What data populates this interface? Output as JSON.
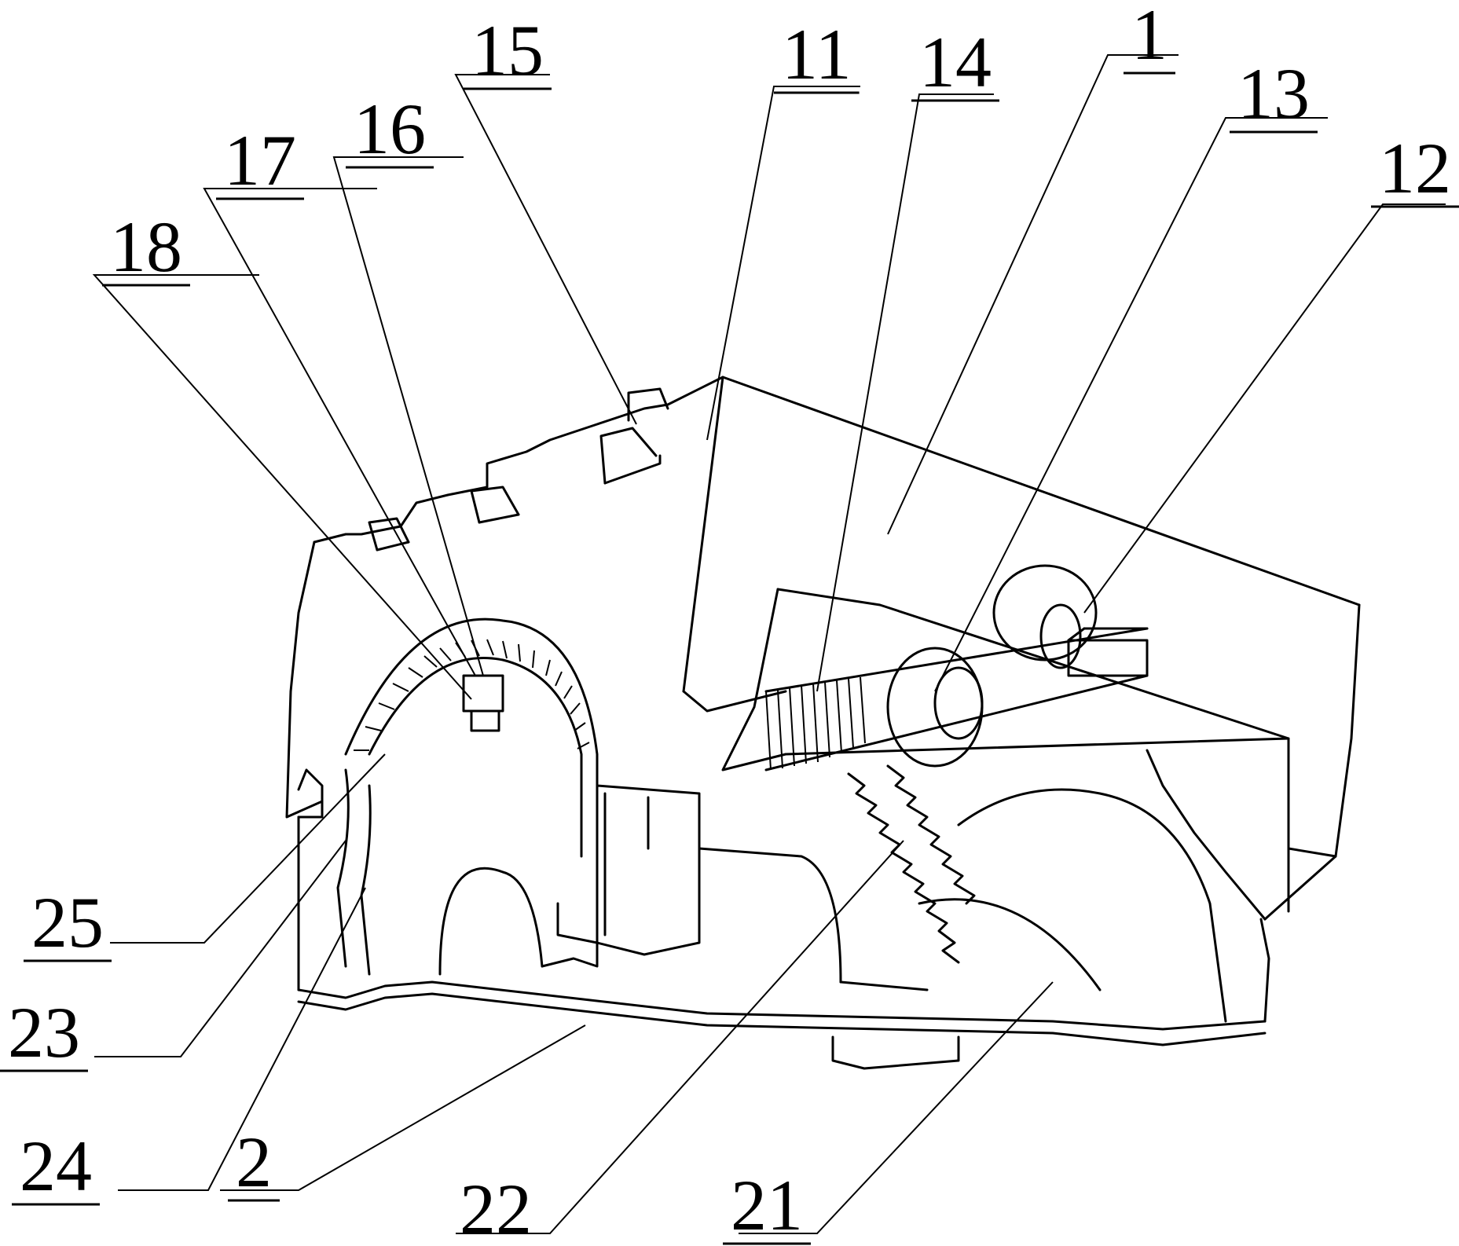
{
  "labels": {
    "l1": "1",
    "l2": "2",
    "l11": "11",
    "l12": "12",
    "l13": "13",
    "l14": "14",
    "l15": "15",
    "l16": "16",
    "l17": "17",
    "l18": "18",
    "l21": "21",
    "l22": "22",
    "l23": "23",
    "l24": "24",
    "l25": "25"
  }
}
